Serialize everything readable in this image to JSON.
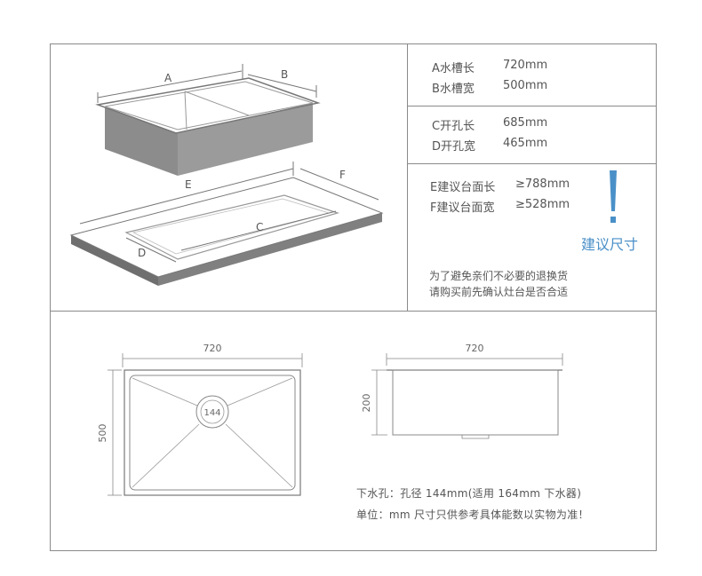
{
  "specs": [
    {
      "label": "A水槽长",
      "value": "720mm"
    },
    {
      "label": "B水槽宽",
      "value": "500mm"
    },
    {
      "label": "C开孔长",
      "value": "685mm"
    },
    {
      "label": "D开孔宽",
      "value": "465mm"
    },
    {
      "label": "E建议台面长",
      "value": "≥788mm"
    },
    {
      "label": "F建议台面宽",
      "value": "≥528mm"
    }
  ],
  "recommend_label": "建议尺寸",
  "notice": [
    "为了避免亲们不必要的退换货",
    "请购买前先确认灶台是否合适"
  ],
  "iso_labels": {
    "a": "A",
    "b": "B",
    "c": "C",
    "d": "D",
    "e": "E",
    "f": "F"
  },
  "top_view": {
    "width": "720",
    "height": "500",
    "drain": "144"
  },
  "side_view": {
    "width": "720",
    "depth": "200"
  },
  "bottom_notes": [
    "下水孔：孔径 144mm(适用 164mm 下水器)",
    "单位：mm    尺寸只供参考具体能数以实物为准！"
  ],
  "colors": {
    "accent": "#4a90c8",
    "line": "#8a8a8a",
    "fill_dark": "#8c8c8c"
  }
}
